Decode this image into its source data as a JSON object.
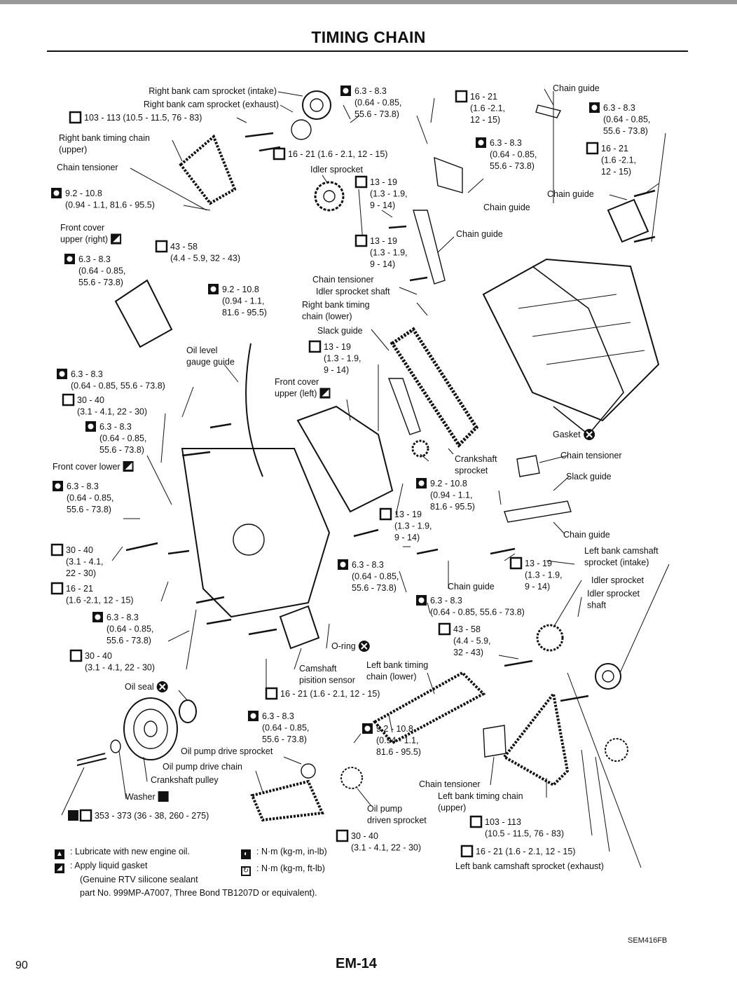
{
  "page": {
    "title": "TIMING CHAIN",
    "page_number": "90",
    "section_code": "EM-14",
    "figure_code": "SEM416FB"
  },
  "labels": [
    {
      "id": "rb-cam-intake",
      "lines": [
        "Right bank cam sprocket (intake)"
      ],
      "anchor": "end"
    },
    {
      "id": "rb-cam-exhaust",
      "lines": [
        "Right bank cam sprocket (exhaust)"
      ],
      "anchor": "end"
    },
    {
      "id": "t-103-113-top",
      "lines": [
        "103 - 113 (10.5 - 11.5, 76 - 83)"
      ],
      "sym": "ft"
    },
    {
      "id": "rb-timing-upper",
      "lines": [
        "Right bank timing chain",
        "(upper)"
      ]
    },
    {
      "id": "chain-tensioner-r",
      "lines": [
        "Chain tensioner"
      ]
    },
    {
      "id": "t-92-108-a",
      "lines": [
        "9.2 - 10.8",
        "(0.94 - 1.1, 81.6 - 95.5)"
      ],
      "sym": "in"
    },
    {
      "id": "front-cover-upper-r",
      "lines": [
        "Front cover",
        "upper (right)"
      ],
      "sym": "gasket"
    },
    {
      "id": "t-63-83-a",
      "lines": [
        "6.3 - 8.3",
        "(0.64 - 0.85,",
        "55.6 - 73.8)"
      ],
      "sym": "in"
    },
    {
      "id": "t-43-58-a",
      "lines": [
        "43 - 58",
        "(4.4 - 5.9, 32 - 43)"
      ],
      "sym": "ft"
    },
    {
      "id": "t-63-83-b",
      "lines": [
        "6.3 - 8.3",
        "(0.64 - 0.85,",
        "55.6 - 73.8)"
      ],
      "sym": "in"
    },
    {
      "id": "t-16-21-a",
      "lines": [
        "16 - 21 (1.6 - 2.1, 12 - 15)"
      ],
      "sym": "ft"
    },
    {
      "id": "idler-sprocket-top",
      "lines": [
        "Idler sprocket"
      ]
    },
    {
      "id": "t-13-19-a",
      "lines": [
        "13 - 19",
        "(1.3 - 1.9,",
        "9 - 14)"
      ],
      "sym": "ft"
    },
    {
      "id": "t-13-19-b",
      "lines": [
        "13 - 19",
        "(1.3 - 1.9,",
        "9 - 14)"
      ],
      "sym": "ft"
    },
    {
      "id": "t-16-21-b",
      "lines": [
        "16 - 21",
        "(1.6 -2.1,",
        "12 - 15)"
      ],
      "sym": "ft"
    },
    {
      "id": "t-63-83-c",
      "lines": [
        "6.3 - 8.3",
        "(0.64 - 0.85,",
        "55.6 - 73.8)"
      ],
      "sym": "in"
    },
    {
      "id": "chain-guide-1",
      "lines": [
        "Chain guide"
      ]
    },
    {
      "id": "chain-guide-2",
      "lines": [
        "Chain guide"
      ]
    },
    {
      "id": "chain-guide-3",
      "lines": [
        "Chain guide"
      ]
    },
    {
      "id": "chain-guide-top",
      "lines": [
        "Chain guide"
      ]
    },
    {
      "id": "t-63-83-d",
      "lines": [
        "6.3 - 8.3",
        "(0.64 - 0.85,",
        "55.6 - 73.8)"
      ],
      "sym": "in"
    },
    {
      "id": "t-16-21-c",
      "lines": [
        "16 - 21",
        "(1.6 -2.1,",
        "12 - 15)"
      ],
      "sym": "ft"
    },
    {
      "id": "chain-tensioner-center",
      "lines": [
        "Chain tensioner"
      ]
    },
    {
      "id": "idler-sprocket-shaft-r",
      "lines": [
        "Idler sprocket shaft"
      ]
    },
    {
      "id": "rb-timing-lower",
      "lines": [
        "Right bank timing",
        "chain (lower)"
      ]
    },
    {
      "id": "t-92-108-b",
      "lines": [
        "9.2 - 10.8",
        "(0.94 - 1.1,",
        "81.6 - 95.5)"
      ],
      "sym": "in"
    },
    {
      "id": "slack-guide-r",
      "lines": [
        "Slack guide"
      ]
    },
    {
      "id": "t-13-19-c",
      "lines": [
        "13 - 19",
        "(1.3 - 1.9,",
        "9 - 14)"
      ],
      "sym": "ft"
    },
    {
      "id": "oil-level-gauge-guide",
      "lines": [
        "Oil level",
        "gauge guide"
      ]
    },
    {
      "id": "t-63-83-e",
      "lines": [
        "6.3 - 8.3",
        "(0.64 - 0.85, 55.6 - 73.8)"
      ],
      "sym": "in"
    },
    {
      "id": "t-30-40-a",
      "lines": [
        "30 - 40",
        "(3.1 - 4.1, 22 - 30)"
      ],
      "sym": "ft"
    },
    {
      "id": "front-cover-upper-l",
      "lines": [
        "Front cover",
        "upper (left)"
      ],
      "sym": "gasket"
    },
    {
      "id": "t-63-83-f",
      "lines": [
        "6.3 - 8.3",
        "(0.64 - 0.85,",
        "55.6 - 73.8)"
      ],
      "sym": "in"
    },
    {
      "id": "front-cover-lower",
      "lines": [
        "Front cover lower"
      ],
      "sym": "gasket"
    },
    {
      "id": "t-63-83-g",
      "lines": [
        "6.3 - 8.3",
        "(0.64 - 0.85,",
        "55.6 - 73.8)"
      ],
      "sym": "in"
    },
    {
      "id": "gasket-r",
      "lines": [
        "Gasket"
      ],
      "sym": "x"
    },
    {
      "id": "chain-tensioner-l",
      "lines": [
        "Chain tensioner"
      ]
    },
    {
      "id": "crankshaft-sprocket",
      "lines": [
        "Crankshaft",
        "sprocket"
      ]
    },
    {
      "id": "slack-guide-l",
      "lines": [
        "Slack guide"
      ]
    },
    {
      "id": "t-92-108-c",
      "lines": [
        "9.2 - 10.8",
        "(0.94 - 1.1,",
        "81.6 - 95.5)"
      ],
      "sym": "in"
    },
    {
      "id": "t-13-19-d",
      "lines": [
        "13 - 19",
        "(1.3 - 1.9,",
        "9 - 14)"
      ],
      "sym": "ft"
    },
    {
      "id": "chain-guide-lb",
      "lines": [
        "Chain guide"
      ]
    },
    {
      "id": "lb-camshaft-intake",
      "lines": [
        "Left bank camshaft",
        "sprocket (intake)"
      ]
    },
    {
      "id": "t-30-40-b",
      "lines": [
        "30 - 40",
        "(3.1 - 4.1,",
        "22 - 30)"
      ],
      "sym": "ft"
    },
    {
      "id": "t-63-83-h",
      "lines": [
        "6.3 - 8.3",
        "(0.64 - 0.85,",
        "55.6 - 73.8)"
      ],
      "sym": "in"
    },
    {
      "id": "t-13-19-e",
      "lines": [
        "13 - 19",
        "(1.3 - 1.9,",
        "9 - 14)"
      ],
      "sym": "ft"
    },
    {
      "id": "idler-sprocket-l",
      "lines": [
        "Idler sprocket"
      ]
    },
    {
      "id": "idler-sprocket-shaft-l",
      "lines": [
        "Idler sprocket",
        "shaft"
      ]
    },
    {
      "id": "t-16-21-d",
      "lines": [
        "16 - 21",
        "(1.6 -2.1, 12 - 15)"
      ],
      "sym": "ft"
    },
    {
      "id": "chain-guide-low",
      "lines": [
        "Chain guide"
      ]
    },
    {
      "id": "t-63-83-i",
      "lines": [
        "6.3 - 8.3",
        "(0.64 - 0.85, 55.6 - 73.8)"
      ],
      "sym": "in"
    },
    {
      "id": "t-63-83-j",
      "lines": [
        "6.3 - 8.3",
        "(0.64 - 0.85,",
        "55.6 - 73.8)"
      ],
      "sym": "in"
    },
    {
      "id": "t-43-58-b",
      "lines": [
        "43 - 58",
        "(4.4 - 5.9,",
        "32 - 43)"
      ],
      "sym": "ft"
    },
    {
      "id": "o-ring",
      "lines": [
        "O-ring"
      ],
      "sym": "x"
    },
    {
      "id": "t-30-40-c",
      "lines": [
        "30 - 40",
        "(3.1 - 4.1, 22 - 30)"
      ],
      "sym": "ft"
    },
    {
      "id": "camshaft-position-sensor",
      "lines": [
        "Camshaft",
        "pisition sensor"
      ]
    },
    {
      "id": "lb-timing-lower",
      "lines": [
        "Left bank timing",
        "chain (lower)"
      ]
    },
    {
      "id": "oil-seal",
      "lines": [
        "Oil seal"
      ],
      "sym": "x"
    },
    {
      "id": "t-16-21-e",
      "lines": [
        "16 - 21 (1.6 - 2.1, 12 - 15)"
      ],
      "sym": "ft"
    },
    {
      "id": "t-63-83-k",
      "lines": [
        "6.3 - 8.3",
        "(0.64 - 0.85,",
        "55.6 - 73.8)"
      ],
      "sym": "in"
    },
    {
      "id": "oil-pump-drive-sprocket",
      "lines": [
        "Oil pump drive sprocket"
      ]
    },
    {
      "id": "t-92-108-d",
      "lines": [
        "9.2 - 10.8",
        "(0.94 - 1.1,",
        "81.6 - 95.5)"
      ],
      "sym": "in"
    },
    {
      "id": "oil-pump-drive-chain",
      "lines": [
        "Oil pump drive chain"
      ]
    },
    {
      "id": "crankshaft-pulley",
      "lines": [
        "Crankshaft pulley"
      ]
    },
    {
      "id": "chain-tensioner-bottom",
      "lines": [
        "Chain tensioner"
      ]
    },
    {
      "id": "lb-timing-upper",
      "lines": [
        "Left bank timing chain",
        "(upper)"
      ]
    },
    {
      "id": "washer",
      "lines": [
        "Washer"
      ],
      "sym": "oil"
    },
    {
      "id": "t-353-373",
      "lines": [
        "353 - 373 (36 - 38, 260 - 275)"
      ],
      "sym": "oil-ft"
    },
    {
      "id": "oil-pump-driven-sprocket",
      "lines": [
        "Oil pump",
        "driven sprocket"
      ]
    },
    {
      "id": "t-103-113-bottom",
      "lines": [
        "103 - 113",
        "(10.5 - 11.5, 76 - 83)"
      ],
      "sym": "ft"
    },
    {
      "id": "t-30-40-d",
      "lines": [
        "30 - 40",
        "(3.1 - 4.1, 22 - 30)"
      ],
      "sym": "ft"
    },
    {
      "id": "t-16-21-f",
      "lines": [
        "16 - 21 (1.6 - 2.1, 12 - 15)"
      ],
      "sym": "ft"
    },
    {
      "id": "lb-camshaft-exhaust",
      "lines": [
        "Left bank camshaft sprocket (exhaust)"
      ]
    }
  ],
  "legend": {
    "oil_text": ": Lubricate with new engine oil.",
    "gasket_text": ": Apply liquid gasket",
    "gasket_note_1": "(Genuine RTV silicone sealant",
    "gasket_note_2": "part No. 999MP-A7007, Three Bond TB1207D or equivalent).",
    "nm_in_text": ": N·m (kg-m, in-lb)",
    "nm_ft_text": ": N·m (kg-m, ft-lb)"
  }
}
